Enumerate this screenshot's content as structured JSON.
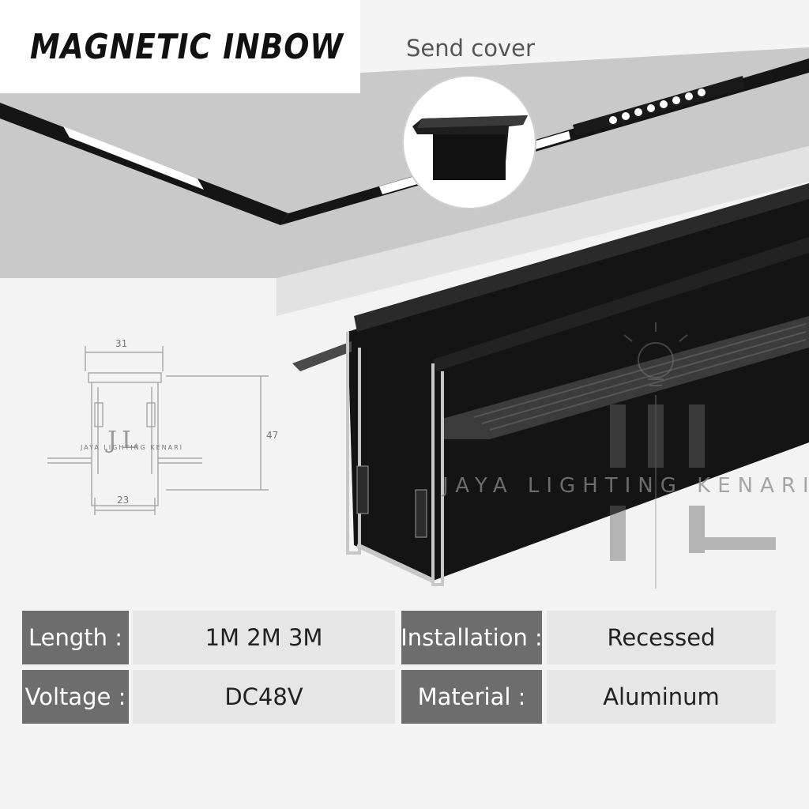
{
  "title": "MAGNETIC INBOW",
  "send_cover_label": "Send cover",
  "drawing": {
    "width_top": "31",
    "width_bottom": "23",
    "height": "47"
  },
  "specs": [
    {
      "label": "Length :",
      "value": "1M 2M 3M"
    },
    {
      "label": "Installation :",
      "value": "Recessed"
    },
    {
      "label": "Voltage :",
      "value": "DC48V"
    },
    {
      "label": "Material :",
      "value": "Aluminum"
    }
  ],
  "watermark": {
    "brand_text": "JAYA LIGHTING KENARI",
    "logo_letters": "JL"
  },
  "colors": {
    "label_bg": "#6d6d6d",
    "value_bg": "#e6e6e6",
    "profile_black": "#141414"
  }
}
